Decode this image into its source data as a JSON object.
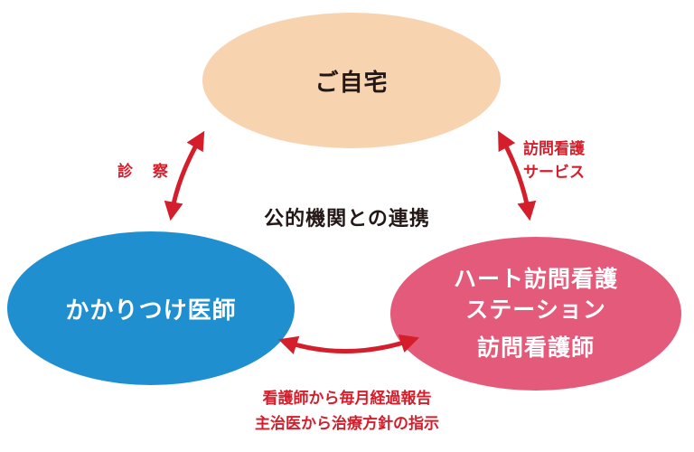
{
  "colors": {
    "home": "#f7d3b0",
    "doctor": "#1f8fd0",
    "station": "#e45a7a",
    "accent": "#d51e2b"
  },
  "nodes": {
    "home": {
      "label": "ご自宅"
    },
    "doctor": {
      "label": "かかりつけ医師"
    },
    "station": {
      "line1": "ハート訪問看護",
      "line2": "ステーション",
      "line3": "訪問看護師"
    }
  },
  "center_title": "公的機関との連携",
  "edges": {
    "doctor_home": {
      "label": "診 察"
    },
    "home_station": {
      "line1": "訪問看護",
      "line2": "サービス"
    },
    "doctor_station": {
      "line1": "看護師から毎月経過報告",
      "line2": "主治医から治療方針の指示"
    }
  }
}
